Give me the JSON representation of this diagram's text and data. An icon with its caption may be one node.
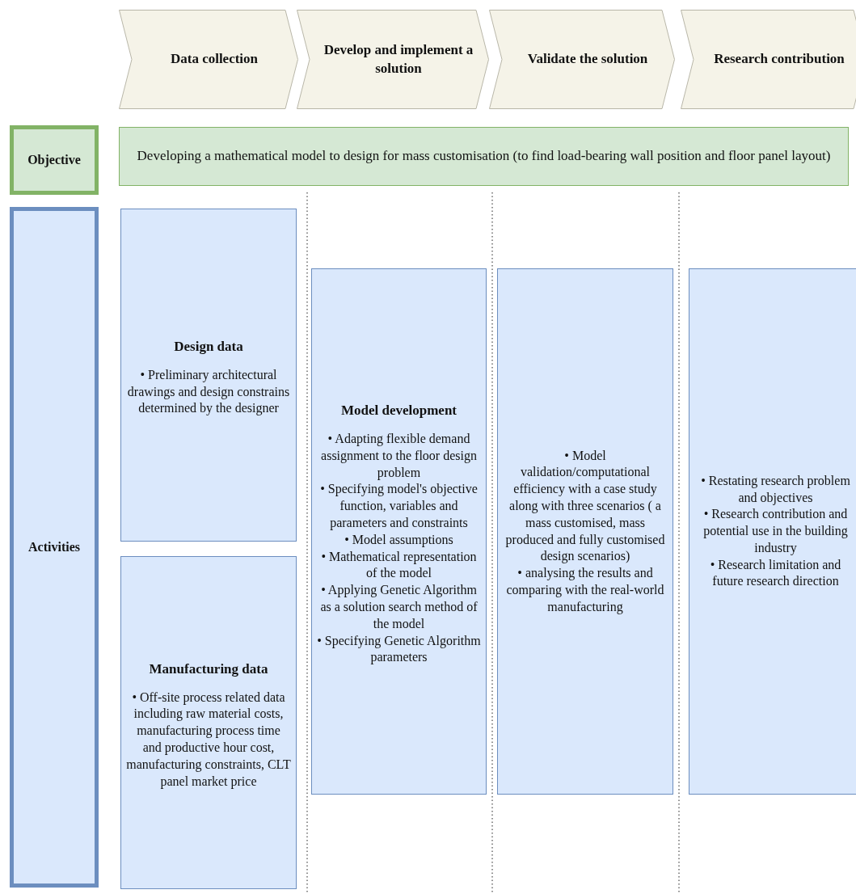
{
  "diagram": {
    "nodes": [
      {
        "text": [
          "Data collection"
        ]
      },
      {
        "text": [
          "Develop and implement a solution"
        ]
      },
      {
        "text": [
          "Validate the solution"
        ]
      },
      {
        "text": [
          "Research contribution"
        ]
      },
      {
        "text": [
          "Objective"
        ]
      },
      {
        "text": [
          "Developing a mathematical model to design for mass customisation (to find load-bearing wall position and floor panel layout)"
        ]
      },
      {
        "text": [
          "Activities"
        ]
      },
      {
        "text": [
          "Design data",
          "• Preliminary architectural drawings and design constrains determined by the designer"
        ]
      },
      {
        "text": [
          "Manufacturing data",
          "• Off-site process related data including raw material costs, manufacturing process time and productive hour cost, manufacturing constraints, CLT panel market price"
        ]
      },
      {
        "text": [
          "Model development",
          "• Adapting flexible demand assignment to the floor design problem",
          "• Specifying model's objective function, variables and parameters and constraints",
          "• Model assumptions",
          "• Mathematical representation of the model",
          "• Applying Genetic Algorithm as a solution search method of the model",
          "• Specifying Genetic Algorithm parameters"
        ]
      },
      {
        "text": [
          "• Model validation/computational efficiency with a case study along with three scenarios ( a mass customised, mass produced and fully customised design scenarios)",
          "• analysing the results and comparing with the real-world manufacturing"
        ]
      },
      {
        "text": [
          "• Restating research problem and objectives",
          "• Research contribution and potential use in the building industry",
          "• Research limitation and future research direction"
        ]
      }
    ],
    "edges": []
  }
}
